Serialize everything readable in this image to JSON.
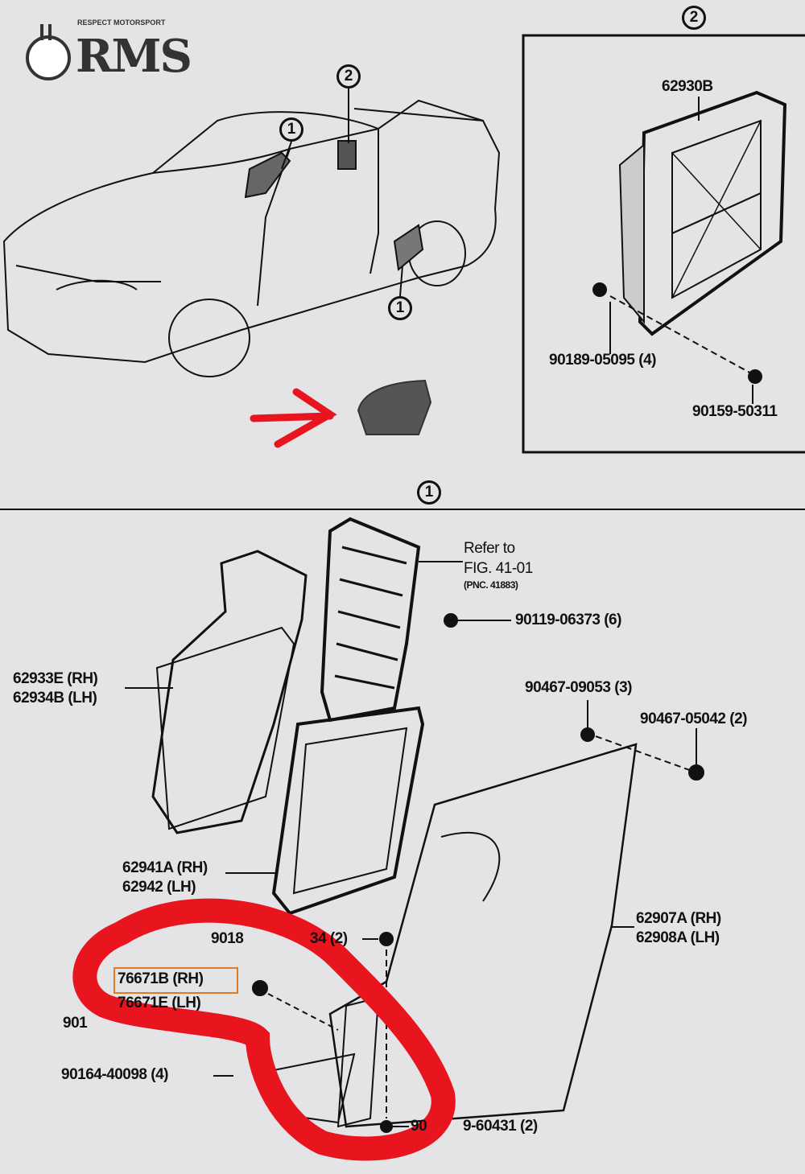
{
  "logo": {
    "text": "RMS",
    "tagline": "RESPECT MOTORSPORT"
  },
  "callouts": {
    "one": "1",
    "two": "2"
  },
  "inset2": {
    "part": "62930B",
    "screw": "90189-05095 (4)",
    "clip": "90159-50311"
  },
  "section1": {
    "refer": [
      "Refer to",
      "FIG. 41-01",
      "(PNC. 41883)"
    ],
    "p_90119": "90119-06373 (6)",
    "p_90467a": "90467-09053 (3)",
    "p_90467b": "90467-05042 (2)",
    "p_62933": "62933E (RH)",
    "p_62934": "62934B (LH)",
    "p_62941": "62941A (RH)",
    "p_62942": "62942 (LH)",
    "p_62907": "62907A (RH)",
    "p_62908": "62908A (LH)",
    "p_9018_a": "9018",
    "p_9018_b": "34 (2)",
    "p_76671b": "76671B (RH)",
    "p_76671e": "76671E (LH)",
    "p_901_frag": "901",
    "p_90164": "90164-40098 (4)",
    "p_90_frag": "90",
    "p_60431": "9-60431 (2)"
  },
  "colors": {
    "annotation": "#e8141e",
    "highlight": "#e07a20"
  }
}
